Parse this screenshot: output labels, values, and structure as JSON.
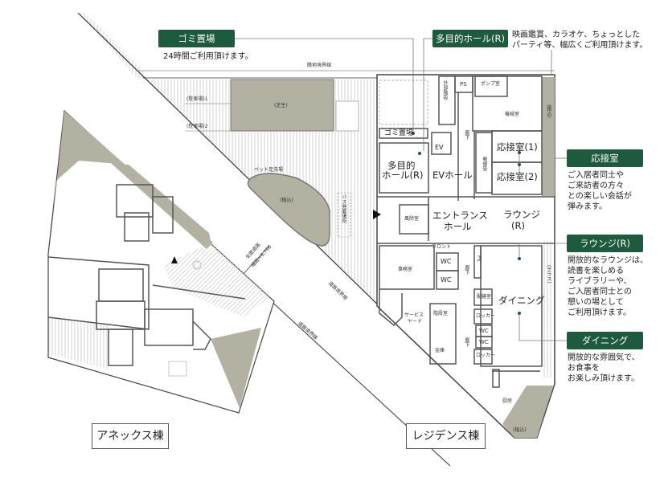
{
  "callouts": {
    "gomi": {
      "title": "ゴミ置場",
      "text": "24時間ご利用頂けます。"
    },
    "hall": {
      "title": "多目的ホール(R)",
      "text_lines": [
        "映画鑑賞、カラオケ、ちょっとした",
        "パーティ等、幅広くご利用頂けます。"
      ]
    },
    "reception": {
      "title": "応接室",
      "text_lines": [
        "ご入居者同士や",
        "ご来訪者の方々",
        "との楽しい会話が",
        "弾みます。"
      ]
    },
    "lounge": {
      "title": "ラウンジ(R)",
      "text_lines": [
        "開放的なラウンジは、",
        "読書を楽しめる",
        "ライブラリーや、",
        "ご入居者同士との",
        "憩いの場として",
        "ご利用頂けます。"
      ]
    },
    "dining": {
      "title": "ダイニング",
      "text_lines": [
        "開放的な雰囲気で、",
        "お食事を",
        "お楽しみ頂けます。"
      ]
    }
  },
  "buildings": {
    "annex": "アネックス棟",
    "residence": "レジデンス棟"
  },
  "site_labels": {
    "neighbor_boundary": "隣地境界線",
    "parking1": "(駐車場)1",
    "parking2": "(駐車場)2",
    "lawn": "(芝生)",
    "pet_wash": "ペット足洗場",
    "planting": "(植込)",
    "bus_stop": "バス発着場所",
    "road_width_1": "全面道路",
    "road_width_2": "幅員=6,700",
    "road_boundary": "道路境界線",
    "terrace": "(テラス)"
  },
  "rooms": {
    "gomi": "ゴミ置場",
    "multi_hall_1": "多目的",
    "multi_hall_2": "ホール(R)",
    "ev": "EV",
    "ev_hall": "EVホール",
    "ps": "PS",
    "pump": "ポンプ室",
    "machine": "機械室",
    "corridor": "廊下",
    "reception1": "応接室(1)",
    "reception2": "応接室(2)",
    "mail": "郵便受",
    "windbreak": "風除室",
    "entrance_1": "エントランス",
    "entrance_2": "ホール",
    "lounge_1": "ラウンジ",
    "lounge_2": "(R)",
    "front": "フロント",
    "office": "事務室",
    "wc": "WC",
    "dining": "ダイニング",
    "service_yard_1": "サービス",
    "service_yard_2": "ヤード",
    "stairs": "階段室",
    "safe": "金庫",
    "pantry": "配膳室",
    "locker": "ロッカー",
    "kitchen": "厨房",
    "emergency_stairs": "外部階段"
  },
  "colors": {
    "callout_green": "#1e5a3e",
    "planting_gray": "#b3b1a2",
    "wall": "#555555"
  }
}
